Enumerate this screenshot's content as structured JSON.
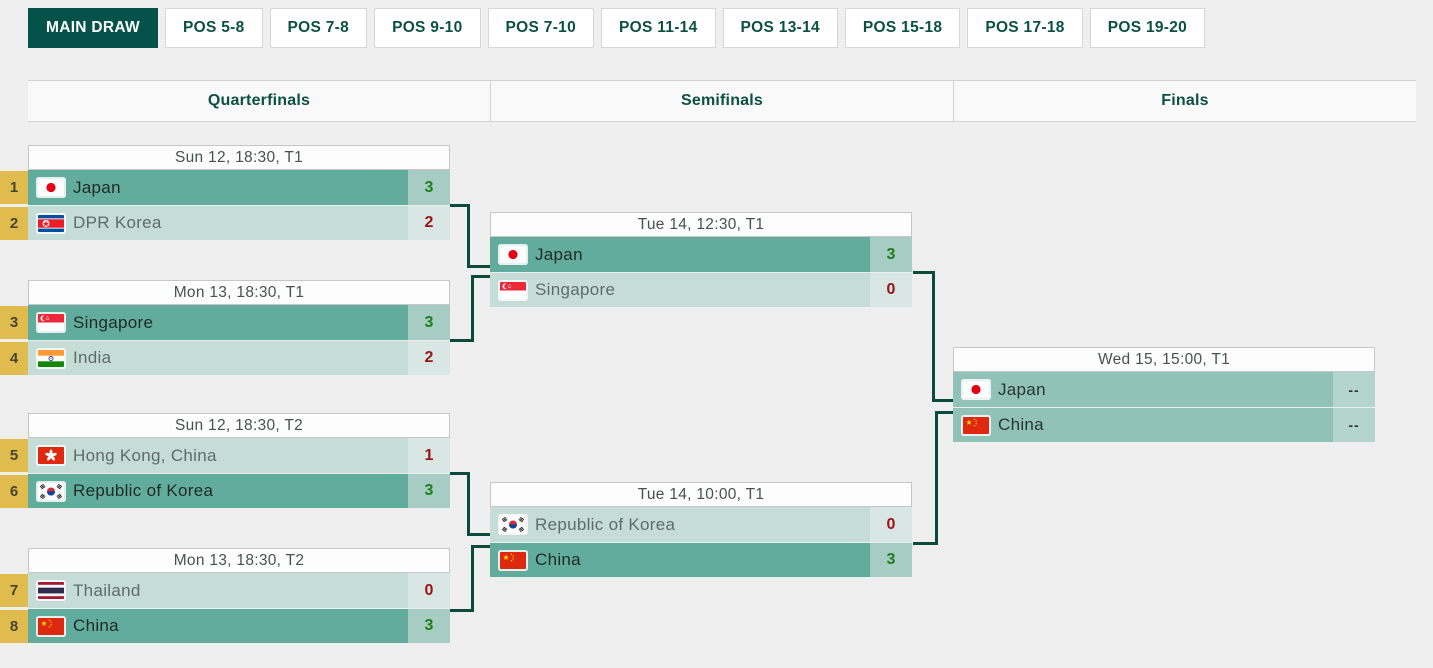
{
  "tabs": [
    {
      "label": "MAIN DRAW",
      "active": true
    },
    {
      "label": "POS 5-8",
      "active": false
    },
    {
      "label": "POS 7-8",
      "active": false
    },
    {
      "label": "POS 9-10",
      "active": false
    },
    {
      "label": "POS 7-10",
      "active": false
    },
    {
      "label": "POS 11-14",
      "active": false
    },
    {
      "label": "POS 13-14",
      "active": false
    },
    {
      "label": "POS 15-18",
      "active": false
    },
    {
      "label": "POS 17-18",
      "active": false
    },
    {
      "label": "POS 19-20",
      "active": false
    }
  ],
  "columns": [
    "Quarterfinals",
    "Semifinals",
    "Finals"
  ],
  "colors": {
    "active_tab_bg": "#04524a",
    "tab_text": "#0b5043",
    "seed_badge_bg": "#e0bb4e",
    "winner_row_bg": "#62ac9d",
    "loser_row_bg": "#c6dcd6",
    "pending_row_bg": "#90c2b8",
    "winner_score_text": "#1e7e1b",
    "loser_score_text": "#9c1111",
    "connector_line": "#0c4a3c"
  },
  "rounds": {
    "quarterfinals": [
      {
        "schedule": "Sun 12, 18:30, T1",
        "teams": [
          {
            "seed": "1",
            "name": "Japan",
            "flag": "japan",
            "score": "3",
            "status": "winner"
          },
          {
            "seed": "2",
            "name": "DPR Korea",
            "flag": "dpr-korea",
            "score": "2",
            "status": "loser"
          }
        ]
      },
      {
        "schedule": "Mon 13, 18:30, T1",
        "teams": [
          {
            "seed": "3",
            "name": "Singapore",
            "flag": "singapore",
            "score": "3",
            "status": "winner"
          },
          {
            "seed": "4",
            "name": "India",
            "flag": "india",
            "score": "2",
            "status": "loser"
          }
        ]
      },
      {
        "schedule": "Sun 12, 18:30, T2",
        "teams": [
          {
            "seed": "5",
            "name": "Hong Kong, China",
            "flag": "hong-kong",
            "score": "1",
            "status": "loser"
          },
          {
            "seed": "6",
            "name": "Republic of Korea",
            "flag": "republic-of-korea",
            "score": "3",
            "status": "winner"
          }
        ]
      },
      {
        "schedule": "Mon 13, 18:30, T2",
        "teams": [
          {
            "seed": "7",
            "name": "Thailand",
            "flag": "thailand",
            "score": "0",
            "status": "loser"
          },
          {
            "seed": "8",
            "name": "China",
            "flag": "china",
            "score": "3",
            "status": "winner"
          }
        ]
      }
    ],
    "semifinals": [
      {
        "schedule": "Tue 14, 12:30, T1",
        "teams": [
          {
            "name": "Japan",
            "flag": "japan",
            "score": "3",
            "status": "winner"
          },
          {
            "name": "Singapore",
            "flag": "singapore",
            "score": "0",
            "status": "loser"
          }
        ]
      },
      {
        "schedule": "Tue 14, 10:00, T1",
        "teams": [
          {
            "name": "Republic of Korea",
            "flag": "republic-of-korea",
            "score": "0",
            "status": "loser"
          },
          {
            "name": "China",
            "flag": "china",
            "score": "3",
            "status": "winner"
          }
        ]
      }
    ],
    "final": [
      {
        "schedule": "Wed 15, 15:00, T1",
        "teams": [
          {
            "name": "Japan",
            "flag": "japan",
            "score": "--",
            "status": "pending"
          },
          {
            "name": "China",
            "flag": "china",
            "score": "--",
            "status": "pending"
          }
        ]
      }
    ]
  }
}
